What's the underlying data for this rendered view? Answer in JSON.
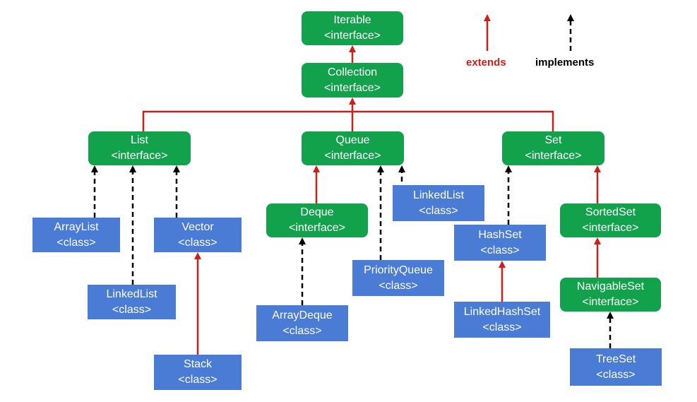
{
  "legend": {
    "extends_label": "extends",
    "implements_label": "implements"
  },
  "nodes": [
    {
      "id": "iterable",
      "name": "Iterable",
      "type": "<interface>"
    },
    {
      "id": "collection",
      "name": "Collection",
      "type": "<interface>"
    },
    {
      "id": "list",
      "name": "List",
      "type": "<interface>"
    },
    {
      "id": "queue",
      "name": "Queue",
      "type": "<interface>"
    },
    {
      "id": "set",
      "name": "Set",
      "type": "<interface>"
    },
    {
      "id": "arraylist",
      "name": "ArrayList",
      "type": "<class>"
    },
    {
      "id": "linkedlist-list",
      "name": "LinkedList",
      "type": "<class>"
    },
    {
      "id": "vector",
      "name": "Vector",
      "type": "<class>"
    },
    {
      "id": "stack",
      "name": "Stack",
      "type": "<class>"
    },
    {
      "id": "deque",
      "name": "Deque",
      "type": "<interface>"
    },
    {
      "id": "arraydeque",
      "name": "ArrayDeque",
      "type": "<class>"
    },
    {
      "id": "priorityqueue",
      "name": "PriorityQueue",
      "type": "<class>"
    },
    {
      "id": "linkedlist-queue",
      "name": "LinkedList",
      "type": "<class>"
    },
    {
      "id": "hashset",
      "name": "HashSet",
      "type": "<class>"
    },
    {
      "id": "linkedhashset",
      "name": "LinkedHashSet",
      "type": "<class>"
    },
    {
      "id": "sortedset",
      "name": "SortedSet",
      "type": "<interface>"
    },
    {
      "id": "navigableset",
      "name": "NavigableSet",
      "type": "<interface>"
    },
    {
      "id": "treeset",
      "name": "TreeSet",
      "type": "<class>"
    }
  ],
  "relations": [
    {
      "child": "collection",
      "parent": "iterable",
      "kind": "extends"
    },
    {
      "child": "list",
      "parent": "collection",
      "kind": "extends"
    },
    {
      "child": "queue",
      "parent": "collection",
      "kind": "extends"
    },
    {
      "child": "set",
      "parent": "collection",
      "kind": "extends"
    },
    {
      "child": "arraylist",
      "parent": "list",
      "kind": "implements"
    },
    {
      "child": "linkedlist-list",
      "parent": "list",
      "kind": "implements"
    },
    {
      "child": "vector",
      "parent": "list",
      "kind": "implements"
    },
    {
      "child": "stack",
      "parent": "vector",
      "kind": "extends"
    },
    {
      "child": "deque",
      "parent": "queue",
      "kind": "extends"
    },
    {
      "child": "arraydeque",
      "parent": "deque",
      "kind": "implements"
    },
    {
      "child": "priorityqueue",
      "parent": "queue",
      "kind": "implements"
    },
    {
      "child": "linkedlist-queue",
      "parent": "queue",
      "kind": "implements"
    },
    {
      "child": "hashset",
      "parent": "set",
      "kind": "implements"
    },
    {
      "child": "linkedhashset",
      "parent": "hashset",
      "kind": "extends"
    },
    {
      "child": "sortedset",
      "parent": "set",
      "kind": "extends"
    },
    {
      "child": "navigableset",
      "parent": "sortedset",
      "kind": "extends"
    },
    {
      "child": "treeset",
      "parent": "navigableset",
      "kind": "implements"
    }
  ],
  "colors": {
    "interface": "#13a24c",
    "class": "#4a7bd5",
    "extends": "#cc1f1a",
    "implements": "#000000"
  }
}
